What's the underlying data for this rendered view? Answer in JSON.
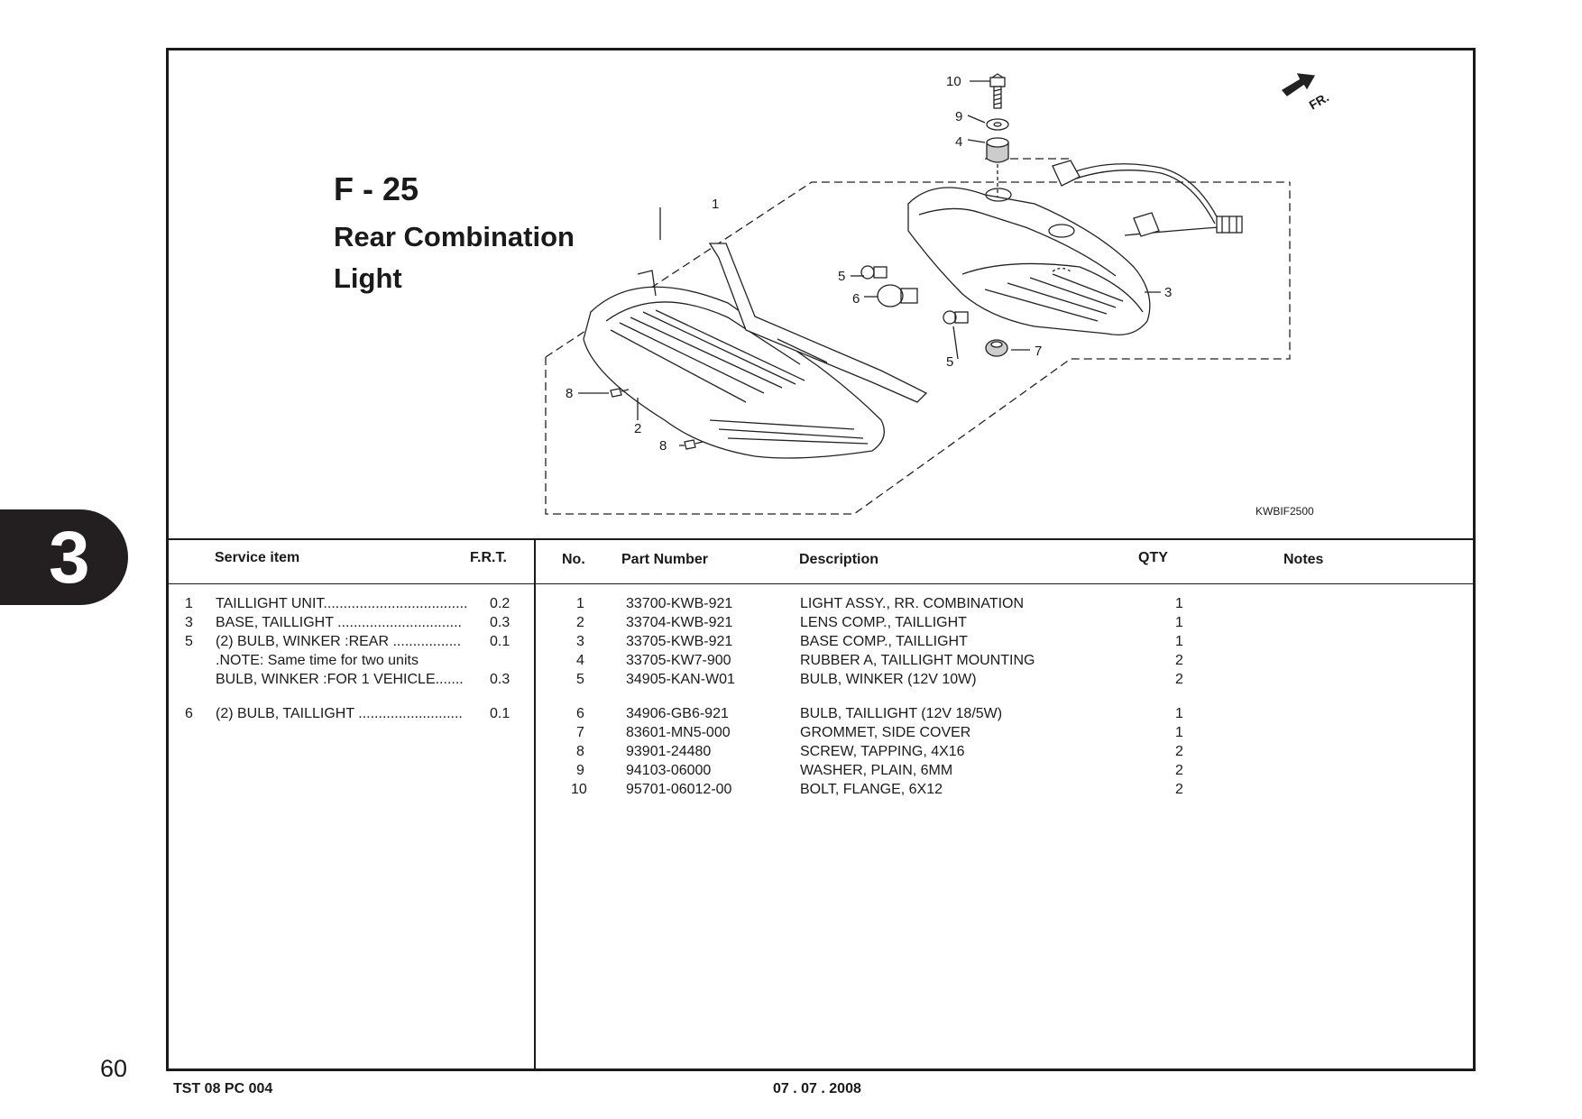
{
  "section": {
    "number": "3",
    "page": "60"
  },
  "figure": {
    "code": "F - 25",
    "title_line1": "Rear Combination",
    "title_line2": "Light",
    "illustration_code": "KWBIF2500",
    "direction_label": "FR.",
    "callouts": [
      "10",
      "9",
      "4",
      "1",
      "5",
      "6",
      "3",
      "5",
      "7",
      "8",
      "2",
      "8"
    ]
  },
  "service_table": {
    "headers": {
      "item": "Service item",
      "frt": "F.R.T."
    },
    "rows": [
      {
        "no": "1",
        "text": "TAILLIGHT UNIT....................................",
        "frt": "0.2"
      },
      {
        "no": "3",
        "text": "BASE, TAILLIGHT ...............................",
        "frt": "0.3"
      },
      {
        "no": "5",
        "text": "(2) BULB, WINKER :REAR .................",
        "frt": "0.1"
      },
      {
        "no": "",
        "text": ".NOTE: Same time for two units",
        "frt": ""
      },
      {
        "no": "",
        "text": "BULB, WINKER :FOR 1 VEHICLE.......",
        "frt": "0.3"
      },
      {
        "no": "6",
        "text": "(2) BULB, TAILLIGHT ..........................",
        "frt": "0.1"
      }
    ]
  },
  "parts_table": {
    "headers": {
      "no": "No.",
      "part_number": "Part Number",
      "description": "Description",
      "qty": "QTY",
      "notes": "Notes"
    },
    "rows": [
      {
        "no": "1",
        "part_number": "33700-KWB-921",
        "description": "LIGHT ASSY., RR. COMBINATION",
        "qty": "1"
      },
      {
        "no": "2",
        "part_number": "33704-KWB-921",
        "description": "LENS COMP., TAILLIGHT",
        "qty": "1"
      },
      {
        "no": "3",
        "part_number": "33705-KWB-921",
        "description": "BASE COMP., TAILLIGHT",
        "qty": "1"
      },
      {
        "no": "4",
        "part_number": "33705-KW7-900",
        "description": "RUBBER A, TAILLIGHT MOUNTING",
        "qty": "2"
      },
      {
        "no": "5",
        "part_number": "34905-KAN-W01",
        "description": "BULB, WINKER (12V 10W)",
        "qty": "2"
      },
      {
        "no": "6",
        "part_number": "34906-GB6-921",
        "description": "BULB, TAILLIGHT (12V 18/5W)",
        "qty": "1"
      },
      {
        "no": "7",
        "part_number": "83601-MN5-000",
        "description": "GROMMET, SIDE COVER",
        "qty": "1"
      },
      {
        "no": "8",
        "part_number": "93901-24480",
        "description": "SCREW, TAPPING, 4X16",
        "qty": "2"
      },
      {
        "no": "9",
        "part_number": "94103-06000",
        "description": "WASHER, PLAIN, 6MM",
        "qty": "2"
      },
      {
        "no": "10",
        "part_number": "95701-06012-00",
        "description": "BOLT, FLANGE, 6X12",
        "qty": "2"
      }
    ]
  },
  "footer": {
    "doc_code": "TST 08 PC 004",
    "date": "07 . 07 . 2008"
  }
}
